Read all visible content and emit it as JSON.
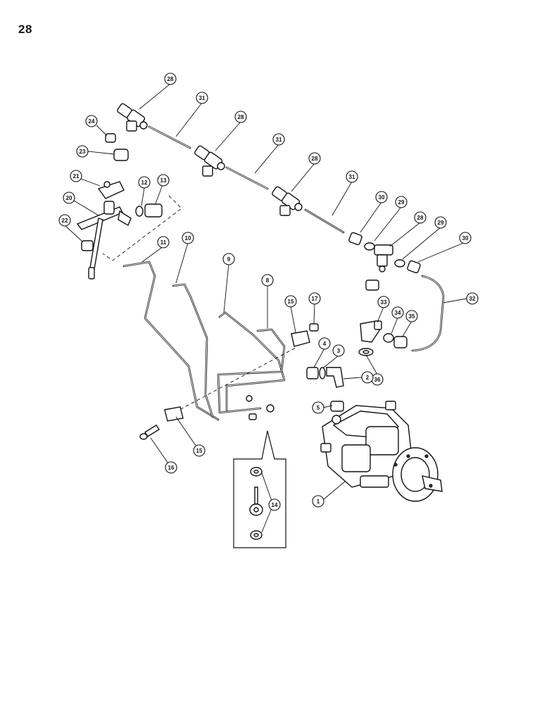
{
  "page": {
    "number": "28"
  },
  "colors": {
    "ink": "#111111",
    "paper": "#ffffff"
  },
  "callouts": [
    {
      "id": "c28a",
      "label": "28"
    },
    {
      "id": "c31a",
      "label": "31"
    },
    {
      "id": "c24",
      "label": "24"
    },
    {
      "id": "c23",
      "label": "23"
    },
    {
      "id": "c28b",
      "label": "28"
    },
    {
      "id": "c31b",
      "label": "31"
    },
    {
      "id": "c28c",
      "label": "28"
    },
    {
      "id": "c21",
      "label": "21"
    },
    {
      "id": "c12",
      "label": "12"
    },
    {
      "id": "c13",
      "label": "13"
    },
    {
      "id": "c31c",
      "label": "31"
    },
    {
      "id": "c20",
      "label": "20"
    },
    {
      "id": "c30a",
      "label": "30"
    },
    {
      "id": "c29a",
      "label": "29"
    },
    {
      "id": "c28d",
      "label": "28"
    },
    {
      "id": "c29b",
      "label": "29"
    },
    {
      "id": "c30b",
      "label": "30"
    },
    {
      "id": "c22",
      "label": "22"
    },
    {
      "id": "c11",
      "label": "11"
    },
    {
      "id": "c10",
      "label": "10"
    },
    {
      "id": "c9",
      "label": "9"
    },
    {
      "id": "c8",
      "label": "8"
    },
    {
      "id": "c15a",
      "label": "15"
    },
    {
      "id": "c17",
      "label": "17"
    },
    {
      "id": "c32",
      "label": "32"
    },
    {
      "id": "c33",
      "label": "33"
    },
    {
      "id": "c34",
      "label": "34"
    },
    {
      "id": "c35",
      "label": "35"
    },
    {
      "id": "c4",
      "label": "4"
    },
    {
      "id": "c3",
      "label": "3"
    },
    {
      "id": "c36",
      "label": "36"
    },
    {
      "id": "c2",
      "label": "2"
    },
    {
      "id": "c5",
      "label": "5"
    },
    {
      "id": "c15b",
      "label": "15"
    },
    {
      "id": "c16",
      "label": "16"
    },
    {
      "id": "c14",
      "label": "14"
    },
    {
      "id": "c1",
      "label": "1"
    }
  ]
}
